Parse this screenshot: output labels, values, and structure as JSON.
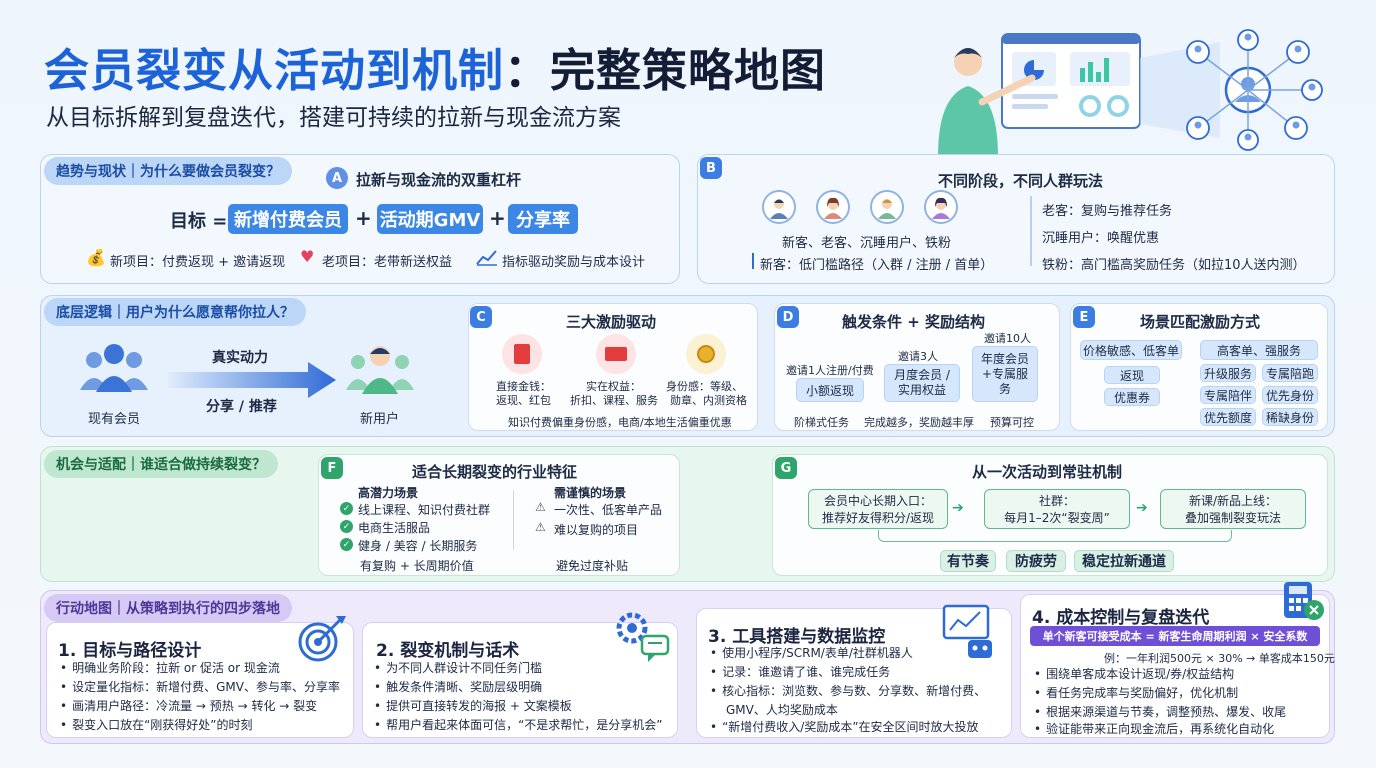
{
  "header": {
    "title_part1": "会员裂变从活动到",
    "title_part2": "机制",
    "title_part3": "：完整策略地图",
    "subtitle": "从目标拆解到复盘迭代，搭建可持续的拉新与现金流方案"
  },
  "colors": {
    "brand_blue": "#1d63d8",
    "accent_green": "#2fa56b",
    "accent_purple": "#7c5cd6"
  },
  "section1": {
    "tag": "趋势与现状｜为什么要做会员裂变？",
    "a_badge": "A",
    "a_title": "拉新与现金流的双重杠杆",
    "goal_label": "目标 =",
    "goal_items": [
      "新增付费会员",
      "活动期GMV",
      "分享率"
    ],
    "plus": "+",
    "notes": [
      "新项目：付费返现 + 邀请返现",
      "老项目：老带新送权益",
      "指标驱动奖励与成本设计"
    ],
    "b_badge": "B",
    "b_title": "不同阶段，不同人群玩法",
    "people_caption": "新客、老客、沉睡用户、铁粉",
    "newcomer": "新客：低门槛路径（入群 / 注册 / 首单）",
    "right_list": [
      "老客：复购与推荐任务",
      "沉睡用户：唤醒优惠",
      "铁粉：高门槛高奖励任务（如拉10人送内测）"
    ]
  },
  "section2": {
    "tag": "底层逻辑｜用户为什么愿意帮你拉人？",
    "left_user": "现有会员",
    "right_user": "新用户",
    "arrow_top": "真实动力",
    "arrow_bottom": "分享 / 推荐",
    "c_badge": "C",
    "c_title": "三大激励驱动",
    "c_items": [
      {
        "l1": "直接金钱：",
        "l2": "返现、红包"
      },
      {
        "l1": "实在权益：",
        "l2": "折扣、课程、服务"
      },
      {
        "l1": "身份感：等级、",
        "l2": "勋章、内测资格"
      }
    ],
    "c_note": "知识付费偏重身份感，电商/本地生活偏重优惠",
    "d_badge": "D",
    "d_title": "触发条件 + 奖励结构",
    "d_steps": [
      {
        "top": "邀请1人注册/付费",
        "box": "小额返现"
      },
      {
        "top": "邀请3人",
        "box": "月度会员 /实用权益"
      },
      {
        "top": "邀请10人",
        "box": "年度会员 +专属服务"
      }
    ],
    "d_bottom": [
      "阶梯式任务",
      "完成越多，奖励越丰厚",
      "预算可控"
    ],
    "e_badge": "E",
    "e_title": "场景匹配激励方式",
    "e_left": [
      "价格敏感、低客单",
      "返现",
      "优惠券"
    ],
    "e_right_top": "高客单、强服务",
    "e_right": [
      "升级服务",
      "专属陪跑",
      "专属陪伴",
      "优先身份",
      "优先额度",
      "稀缺身份"
    ]
  },
  "section3": {
    "tag": "机会与适配｜谁适合做持续裂变？",
    "f_badge": "F",
    "f_title": "适合长期裂变的行业特征",
    "high_title": "高潜力场景",
    "high_items": [
      "线上课程、知识付费社群",
      "电商生活服品",
      "健身 / 美容 / 长期服务"
    ],
    "high_bottom": "有复购 + 长周期价值",
    "careful_title": "需谨慎的场景",
    "careful_items": [
      "一次性、低客单产品",
      "难以复购的项目"
    ],
    "careful_bottom": "避免过度补贴",
    "g_badge": "G",
    "g_title": "从一次活动到常驻机制",
    "g_boxes": [
      {
        "l1": "会员中心长期入口：",
        "l2": "推荐好友得积分/返现"
      },
      {
        "l1": "社群：",
        "l2": "每月1–2次“裂变周”"
      },
      {
        "l1": "新课/新品上线：",
        "l2": "叠加强制裂变玩法"
      }
    ],
    "g_chips": [
      "有节奏",
      "防疲劳",
      "稳定拉新通道"
    ]
  },
  "section4": {
    "tag": "行动地图｜从策略到执行的四步落地",
    "steps": [
      {
        "title": "1. 目标与路径设计",
        "items": [
          "明确业务阶段：拉新 or 促活 or 现金流",
          "设定量化指标：新增付费、GMV、参与率、分享率",
          "画清用户路径：冷流量 → 预热 → 转化 → 裂变",
          "裂变入口放在“刚获得好处”的时刻"
        ]
      },
      {
        "title": "2. 裂变机制与话术",
        "items": [
          "为不同人群设计不同任务门槛",
          "触发条件清晰、奖励层级明确",
          "提供可直接转发的海报 + 文案模板",
          "帮用户看起来体面可信，“不是求帮忙，是分享机会”"
        ]
      },
      {
        "title": "3. 工具搭建与数据监控",
        "items": [
          "使用小程序/SCRM/表单/社群机器人",
          "记录：谁邀请了谁、谁完成任务",
          "核心指标：浏览数、参与数、分享数、新增付费、",
          "GMV、人均奖励成本",
          "“新增付费收入/奖励成本”在安全区间时放大投放"
        ]
      },
      {
        "title": "4. 成本控制与复盘迭代",
        "items": [
          "围绕单客成本设计返现/券/权益结构",
          "看任务完成率与奖励偏好，优化机制",
          "根据来源渠道与节奏，调整预热、爆发、收尾",
          "验证能带来正向现金流后，再系统化自动化"
        ]
      }
    ],
    "formula": "单个新客可接受成本 = 新客生命周期利润 × 安全系数",
    "example": "例：一年利润500元 × 30% → 单客成本150元"
  }
}
